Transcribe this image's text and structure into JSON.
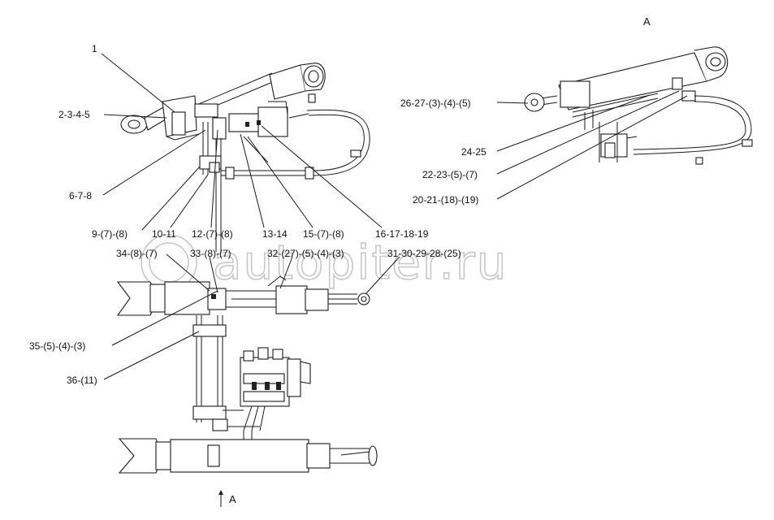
{
  "view_marks": {
    "top_right": "A",
    "bottom": "A"
  },
  "watermark": "autopiter.ru",
  "callouts": [
    "1",
    "2-3-4-5",
    "6-7-8",
    "9-(7)-(8)",
    "10-11",
    "12-(7)-(8)",
    "13-14",
    "15-(7)-(8)",
    "16-17-18-19",
    "34-(8)-(7)",
    "33-(8)-(7)",
    "32-(27)-(5)-(4)-(3)",
    "31-30-29-28-(25)",
    "35-(5)-(4)-(3)",
    "36-(11)",
    "26-27-(3)-(4)-(5)",
    "24-25",
    "22-23-(5)-(7)",
    "20-21-(18)-(19)"
  ]
}
